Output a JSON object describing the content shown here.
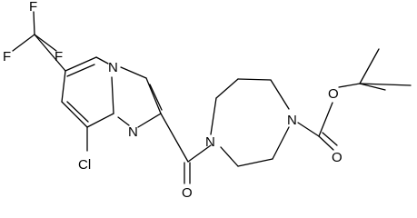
{
  "molecule": {
    "atoms": {
      "f_top": "F",
      "f_left": "F",
      "f_right": "F",
      "cl": "Cl",
      "n_bridge": "N",
      "n_imidazole": "N",
      "o_carbonyl": "O",
      "n_ring_left": "N",
      "n_ring_right": "N",
      "o_ester": "O",
      "o_carbamate": "O"
    }
  }
}
